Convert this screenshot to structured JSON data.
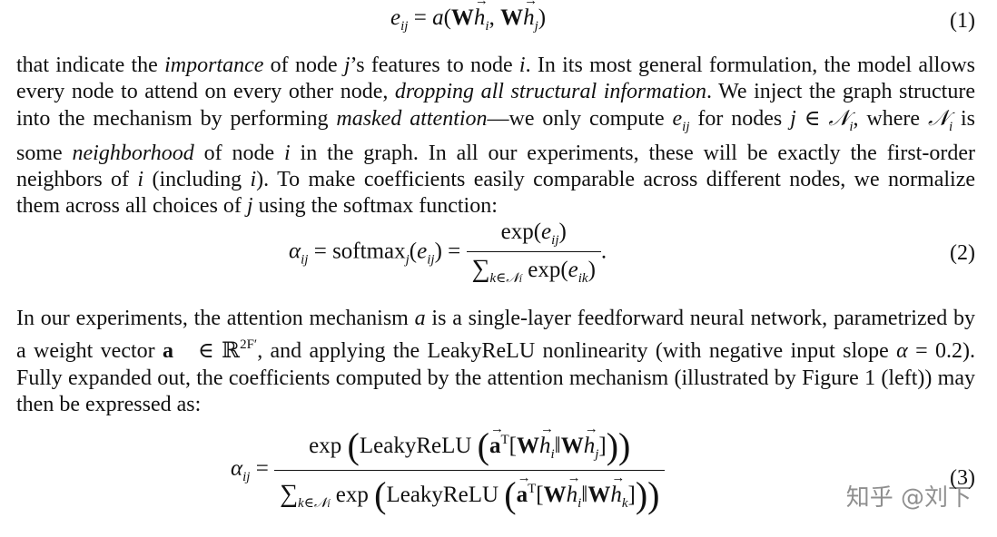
{
  "text_blocks": [
    {
      "runs": [
        {
          "t": "that indicate the "
        },
        {
          "t": "importance",
          "style": "i"
        },
        {
          "t": " of node "
        },
        {
          "t": "j",
          "style": "i"
        },
        {
          "t": "’s features to node "
        },
        {
          "t": "i",
          "style": "i"
        },
        {
          "t": ". In its most general formulation, the model allows every node to attend on every other node, "
        },
        {
          "t": "dropping all structural information",
          "style": "i"
        },
        {
          "t": ". We inject the graph structure into the mechanism by performing "
        },
        {
          "t": "masked attention",
          "style": "i"
        },
        {
          "t": "—we only compute "
        },
        {
          "t": "e",
          "style": "i"
        },
        {
          "t": "ij",
          "style": "sub"
        },
        {
          "t": " for nodes "
        },
        {
          "t": "j",
          "style": "i"
        },
        {
          "t": " ∈ "
        },
        {
          "t": "𝒩",
          "style": "i"
        },
        {
          "t": "i",
          "style": "sub"
        },
        {
          "t": ", where "
        },
        {
          "t": "𝒩",
          "style": "i"
        },
        {
          "t": "i",
          "style": "sub"
        },
        {
          "t": " is some "
        },
        {
          "t": "neighborhood",
          "style": "i"
        },
        {
          "t": " of node "
        },
        {
          "t": "i",
          "style": "i"
        },
        {
          "t": " in the graph. In all our experiments, these will be exactly the first-order neighbors of "
        },
        {
          "t": "i",
          "style": "i"
        },
        {
          "t": " (including "
        },
        {
          "t": "i",
          "style": "i"
        },
        {
          "t": "). To make coefficients easily comparable across different nodes, we normalize them across all choices of "
        },
        {
          "t": "j",
          "style": "i"
        },
        {
          "t": " using the softmax function:"
        }
      ]
    },
    {
      "runs": [
        {
          "t": "In our experiments, the attention mechanism "
        },
        {
          "t": "a",
          "style": "i"
        },
        {
          "t": " is a single-layer feedforward neural network, parametrized by a weight vector "
        },
        {
          "t": "a⃗",
          "style": "b"
        },
        {
          "t": " ∈ ℝ"
        },
        {
          "t": "2F′",
          "style": "sup"
        },
        {
          "t": ", and applying the LeakyReLU nonlinearity (with negative input slope "
        },
        {
          "t": "α",
          "style": "i"
        },
        {
          "t": " = 0.2). Fully expanded out, the coefficients computed by the attention mechanism (illustrated by Figure 1 (left)) may then be expressed as:"
        }
      ]
    }
  ],
  "equations": [
    {
      "number": "(1)"
    },
    {
      "number": "(2)"
    },
    {
      "number": "(3)"
    }
  ],
  "eq_text": {
    "softmax": "softmax",
    "exp": "exp",
    "leakyrelu": "LeakyReLU"
  },
  "watermark": "知乎 @刘下"
}
